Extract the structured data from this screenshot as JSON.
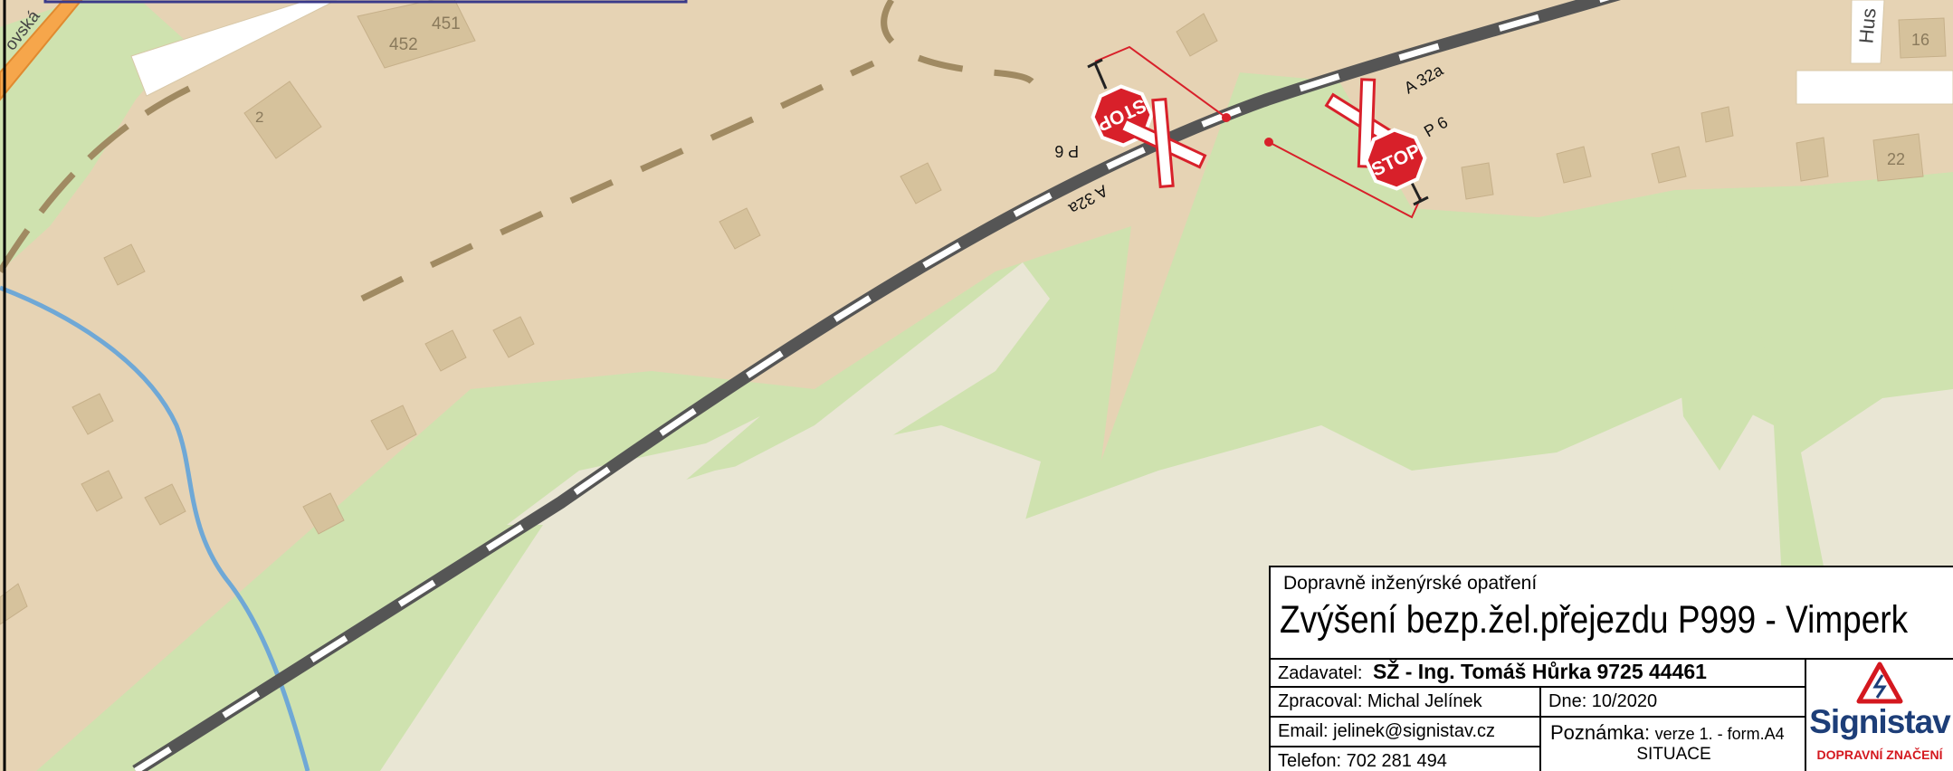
{
  "map": {
    "colors": {
      "land": "#e6d3b4",
      "forest": "#cfe2af",
      "meadow": "#e9e6d4",
      "building": "#d6c29c",
      "road": "#ffffff",
      "water": "#6fa8d6",
      "rail": "#555555",
      "path": "#a08a62",
      "main_road": "#f6a64b",
      "sign_red": "#d8202a"
    },
    "labels": {
      "street_left": "ovská",
      "street_right": "Hus",
      "house_451": "451",
      "house_452": "452",
      "house_2": "2",
      "house_16": "16",
      "house_22": "22"
    },
    "signs": {
      "left_p6": "P 6",
      "left_a32a": "A 32a",
      "left_stop": "STOP",
      "right_a32a": "A 32a",
      "right_p6": "P 6",
      "right_stop": "STOP"
    }
  },
  "title_block": {
    "kicker": "Dopravně inženýrské opatření",
    "title": "Zvýšení bezp.žel.přejezdu P999 - Vimperk",
    "client_label": "Zadavatel:",
    "client_value": "SŽ  - Ing. Tomáš Hůrka 9725 44461",
    "author": "Zpracoval: Michal Jelínek",
    "date": "Dne: 10/2020",
    "email": "Email: jelinek@signistav.cz",
    "note_label": "Poznámka:",
    "note_value": "verze 1. - form.A4",
    "note_sub": "SITUACE",
    "phone": "Telefon: 702 281 494",
    "logo_word": "Signistav",
    "logo_sub": "DOPRAVNÍ ZNAČENÍ"
  }
}
